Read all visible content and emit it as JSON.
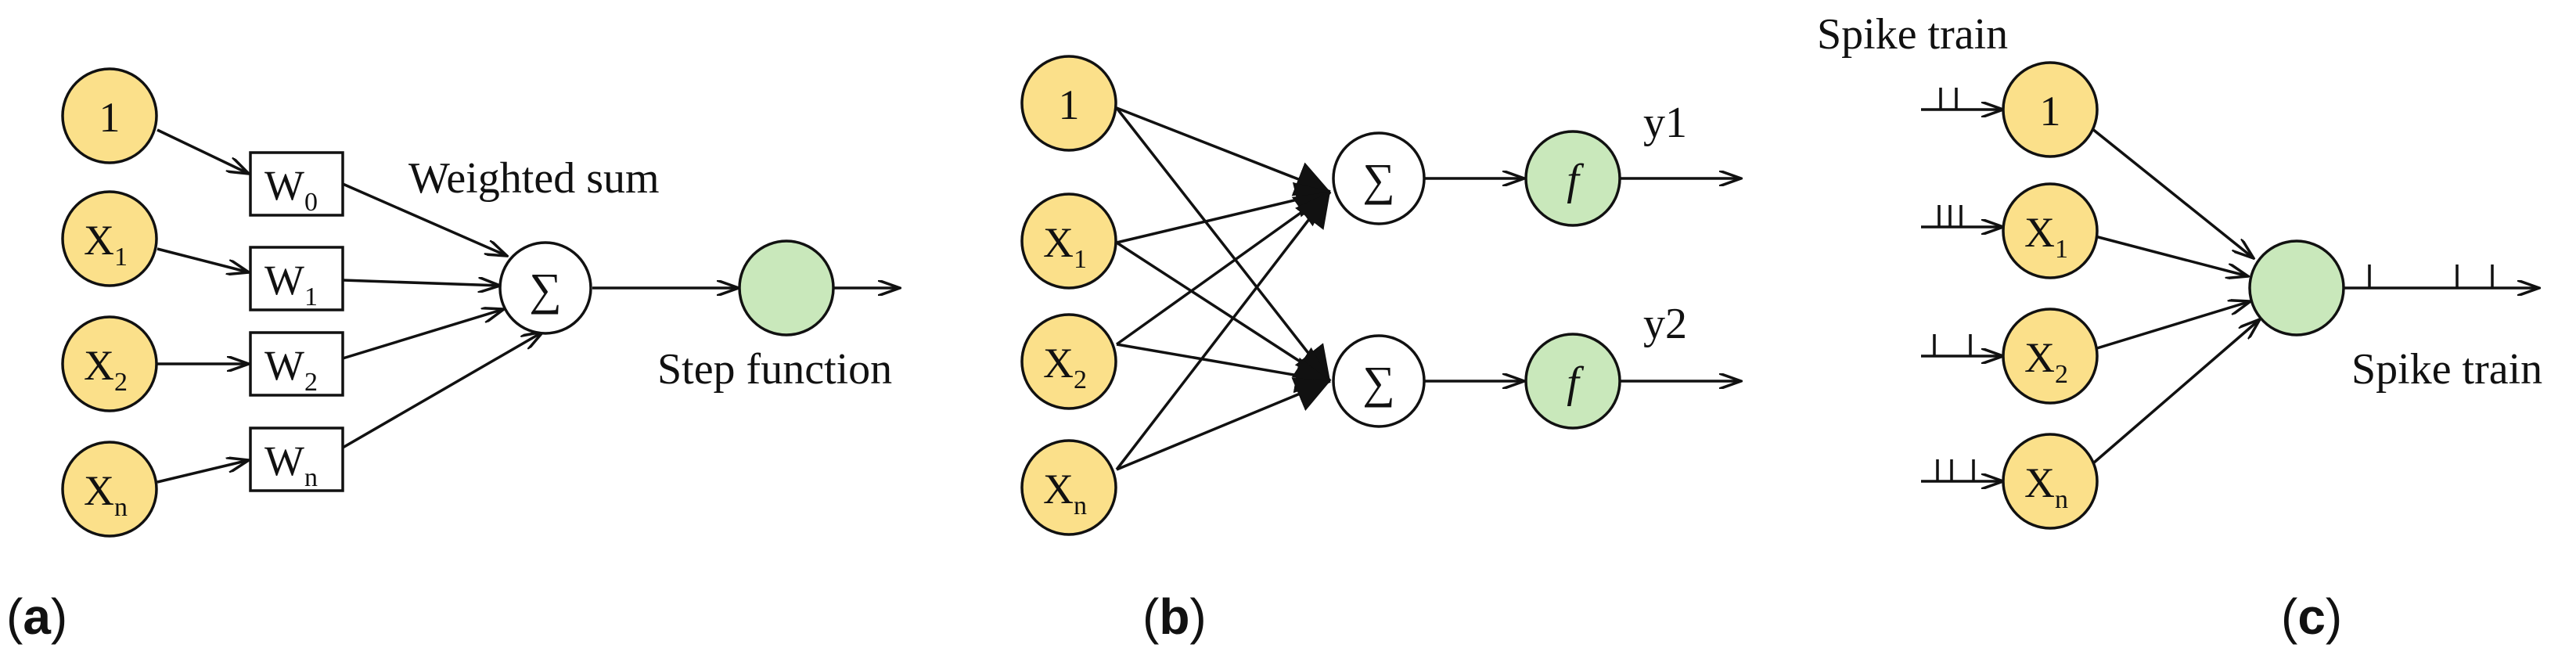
{
  "colors": {
    "input_fill": "#fbe08a",
    "output_fill": "#c9e8bb",
    "stroke": "#111111"
  },
  "panel_a": {
    "label": "a",
    "inputs": [
      {
        "base": "1",
        "sub": ""
      },
      {
        "base": "X",
        "sub": "1"
      },
      {
        "base": "X",
        "sub": "2"
      },
      {
        "base": "X",
        "sub": "n"
      }
    ],
    "weights": [
      {
        "base": "W",
        "sub": "0"
      },
      {
        "base": "W",
        "sub": "1"
      },
      {
        "base": "W",
        "sub": "2"
      },
      {
        "base": "W",
        "sub": "n"
      }
    ],
    "sum_symbol": "∑",
    "weighted_sum_label": "Weighted sum",
    "step_function_label": "Step function"
  },
  "panel_b": {
    "label": "b",
    "inputs": [
      {
        "base": "1",
        "sub": ""
      },
      {
        "base": "X",
        "sub": "1"
      },
      {
        "base": "X",
        "sub": "2"
      },
      {
        "base": "X",
        "sub": "n"
      }
    ],
    "sum_symbol": "∑",
    "activation_symbol": "f",
    "outputs": [
      "y1",
      "y2"
    ]
  },
  "panel_c": {
    "label": "c",
    "inputs": [
      {
        "base": "1",
        "sub": ""
      },
      {
        "base": "X",
        "sub": "1"
      },
      {
        "base": "X",
        "sub": "2"
      },
      {
        "base": "X",
        "sub": "n"
      }
    ],
    "spike_train_in_label": "Spike train",
    "spike_train_out_label": "Spike train"
  }
}
